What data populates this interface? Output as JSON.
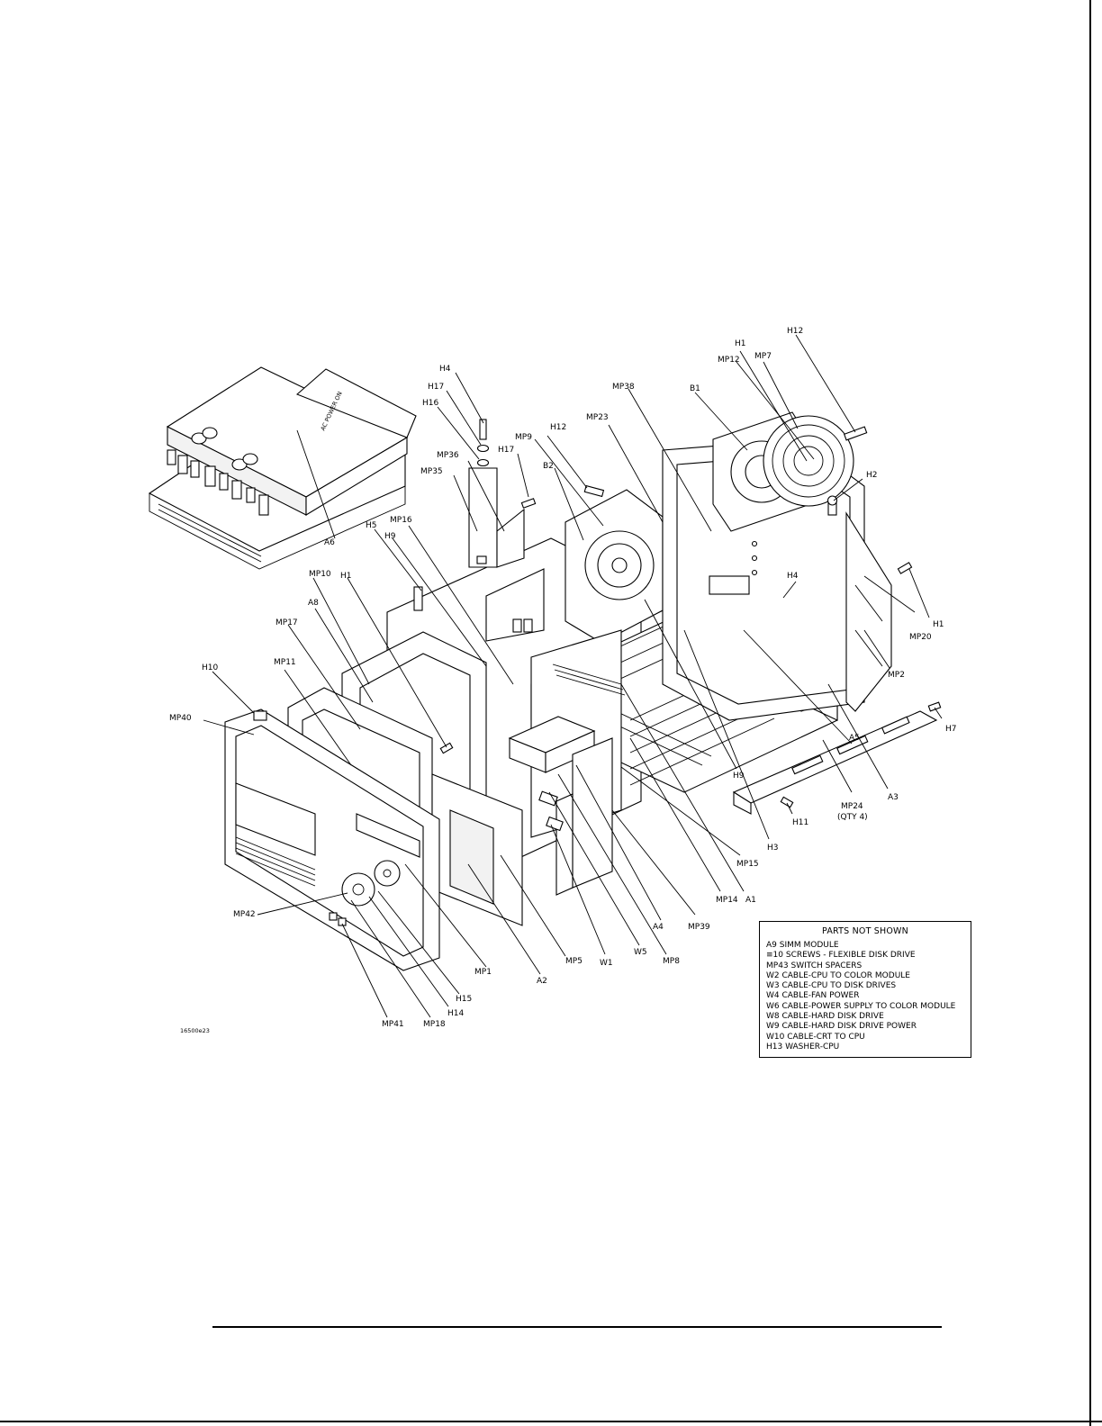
{
  "figure_id": "16500e23",
  "callouts": {
    "A6": "A6",
    "H4": "H4",
    "H17": "H17",
    "H16": "H16",
    "MP36": "MP36",
    "MP35": "MP35",
    "MP9": "MP9",
    "B2": "B2",
    "H12": "H12",
    "MP23": "MP23",
    "MP38": "MP38",
    "B1": "B1",
    "H1": "H1",
    "MP12": "MP12",
    "MP7": "MP7",
    "H2": "H2",
    "MP20": "MP20",
    "MP2": "MP2",
    "H5": "H5",
    "H9": "H9",
    "MP16": "MP16",
    "MP10": "MP10",
    "A8": "A8",
    "MP17": "MP17",
    "MP11": "MP11",
    "H10": "H10",
    "MP40": "MP40",
    "A5": "A5",
    "A3": "A3",
    "H7": "H7",
    "MP24": "MP24",
    "QTY4": "(QTY 4)",
    "H11": "H11",
    "H3": "H3",
    "MP15": "MP15",
    "MP14": "MP14",
    "A1": "A1",
    "A4": "A4",
    "MP39": "MP39",
    "MP8": "MP8",
    "W5": "W5",
    "W1": "W1",
    "MP5": "MP5",
    "A2": "A2",
    "MP1": "MP1",
    "H15": "H15",
    "H14": "H14",
    "MP18": "MP18",
    "MP41": "MP41",
    "MP42": "MP42",
    "ac_power_on": "AC POWER ON"
  },
  "legend": {
    "title": "PARTS NOT SHOWN",
    "items": [
      "A9 SIMM MODULE",
      "≡10 SCREWS - FLEXIBLE DISK DRIVE",
      "MP43 SWITCH SPACERS",
      "W2 CABLE-CPU TO COLOR MODULE",
      "W3 CABLE-CPU TO DISK DRIVES",
      "W4 CABLE-FAN POWER",
      "W6 CABLE-POWER SUPPLY TO COLOR MODULE",
      "W8 CABLE-HARD DISK DRIVE",
      "W9 CABLE-HARD DISK DRIVE POWER",
      "W10 CABLE-CRT TO CPU",
      "H13 WASHER-CPU"
    ]
  }
}
